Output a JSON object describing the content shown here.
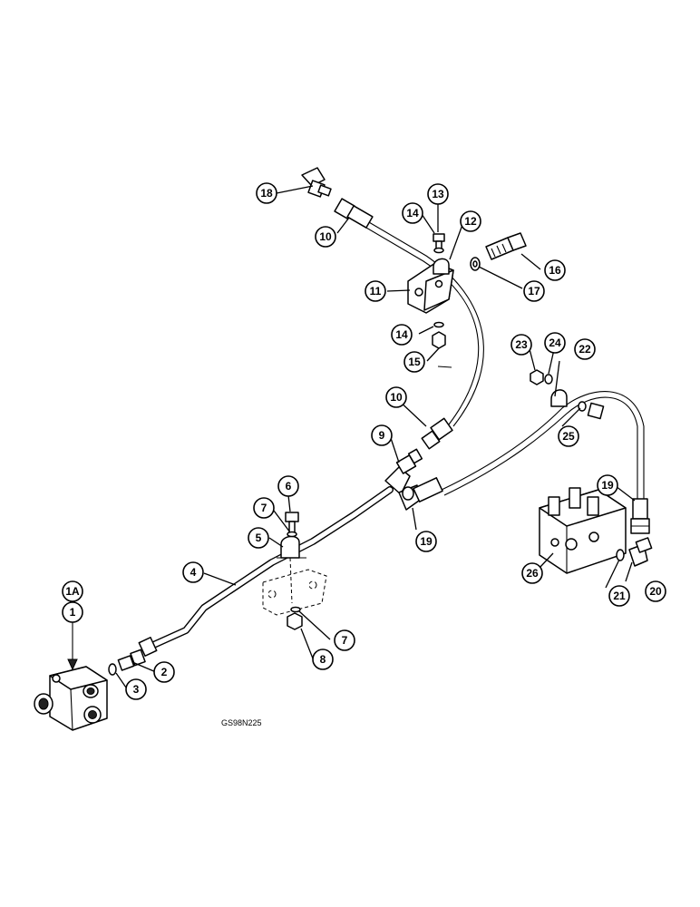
{
  "diagram": {
    "reference_code": "GS98N225",
    "callouts": [
      "1A",
      "1",
      "2",
      "3",
      "4",
      "5",
      "6",
      "7",
      "7",
      "8",
      "9",
      "10",
      "10",
      "11",
      "12",
      "13",
      "14",
      "14",
      "15",
      "16",
      "17",
      "18",
      "19",
      "19",
      "20",
      "21",
      "22",
      "23",
      "24",
      "25",
      "26"
    ]
  }
}
